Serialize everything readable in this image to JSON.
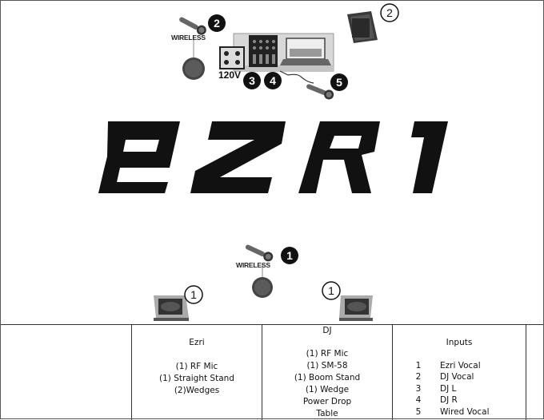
{
  "stage": {
    "logo_text": "EZRI",
    "voltage_label": "120V",
    "wireless_label": "WIRELESS",
    "badges": {
      "mic_dj": "2",
      "speaker_top": "2",
      "mixer_a": "3",
      "mixer_b": "4",
      "wired_mic": "5",
      "mic_ezri": "1",
      "wedge_left": "1",
      "wedge_right": "1"
    }
  },
  "rider": {
    "ezri": {
      "header": "Ezri",
      "lines": [
        "(1) RF Mic",
        "(1) Straight Stand",
        "(2)Wedges"
      ]
    },
    "dj": {
      "header": "DJ",
      "lines": [
        "(1) RF Mic",
        "(1) SM-58",
        "(1) Boom Stand",
        "(1) Wedge",
        "Power Drop",
        "Table"
      ]
    },
    "inputs": {
      "header": "Inputs",
      "rows": [
        {
          "num": "1",
          "name": "Ezri Vocal"
        },
        {
          "num": "2",
          "name": "DJ Vocal"
        },
        {
          "num": "3",
          "name": "DJ L"
        },
        {
          "num": "4",
          "name": "DJ R"
        },
        {
          "num": "5",
          "name": "Wired Vocal"
        }
      ]
    }
  }
}
